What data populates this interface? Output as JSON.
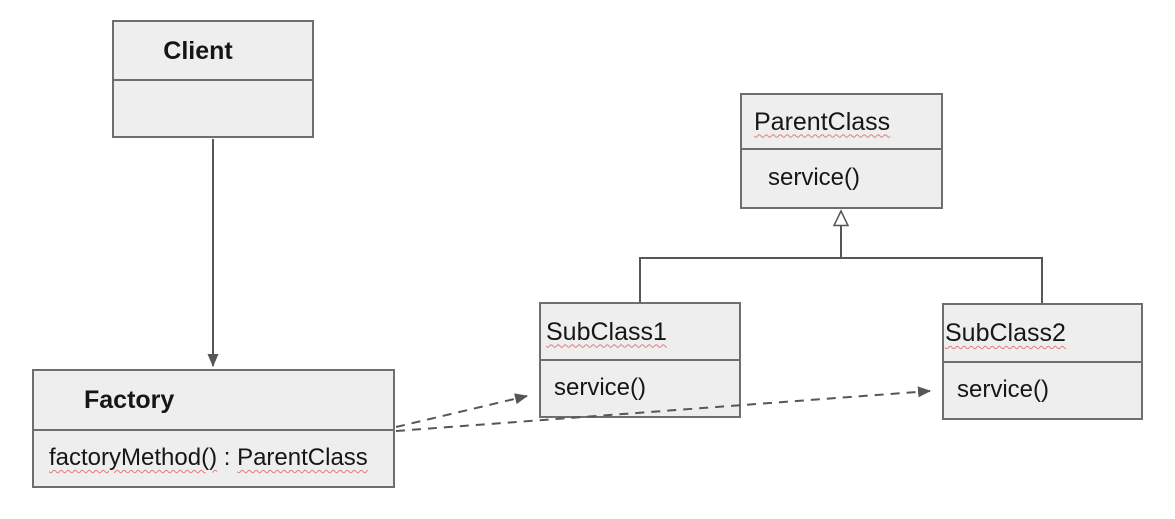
{
  "colors": {
    "canvas_bg": "#ffffff",
    "box_fill": "#eeeeee",
    "box_border": "#6e6e6e",
    "text_color": "#161616",
    "connector": "#565656",
    "squiggle": "#e07b7b"
  },
  "classes": {
    "client": {
      "title": "Client"
    },
    "factory": {
      "title": "Factory",
      "method_name": "factoryMethod()",
      "method_sep": " : ",
      "method_type": "ParentClass"
    },
    "parent": {
      "title": "ParentClass",
      "method": "service()"
    },
    "sub1": {
      "title": "SubClass1",
      "method": "service()"
    },
    "sub2": {
      "title": "SubClass2",
      "method": "service()"
    }
  },
  "relations": [
    {
      "from": "Client",
      "to": "Factory",
      "type": "directed-association",
      "line": "solid"
    },
    {
      "from": "Factory",
      "to": "SubClass1",
      "type": "dependency",
      "line": "dashed"
    },
    {
      "from": "Factory",
      "to": "SubClass2",
      "type": "dependency",
      "line": "dashed"
    },
    {
      "from": "SubClass1",
      "to": "ParentClass",
      "type": "generalization",
      "line": "solid"
    },
    {
      "from": "SubClass2",
      "to": "ParentClass",
      "type": "generalization",
      "line": "solid"
    }
  ]
}
